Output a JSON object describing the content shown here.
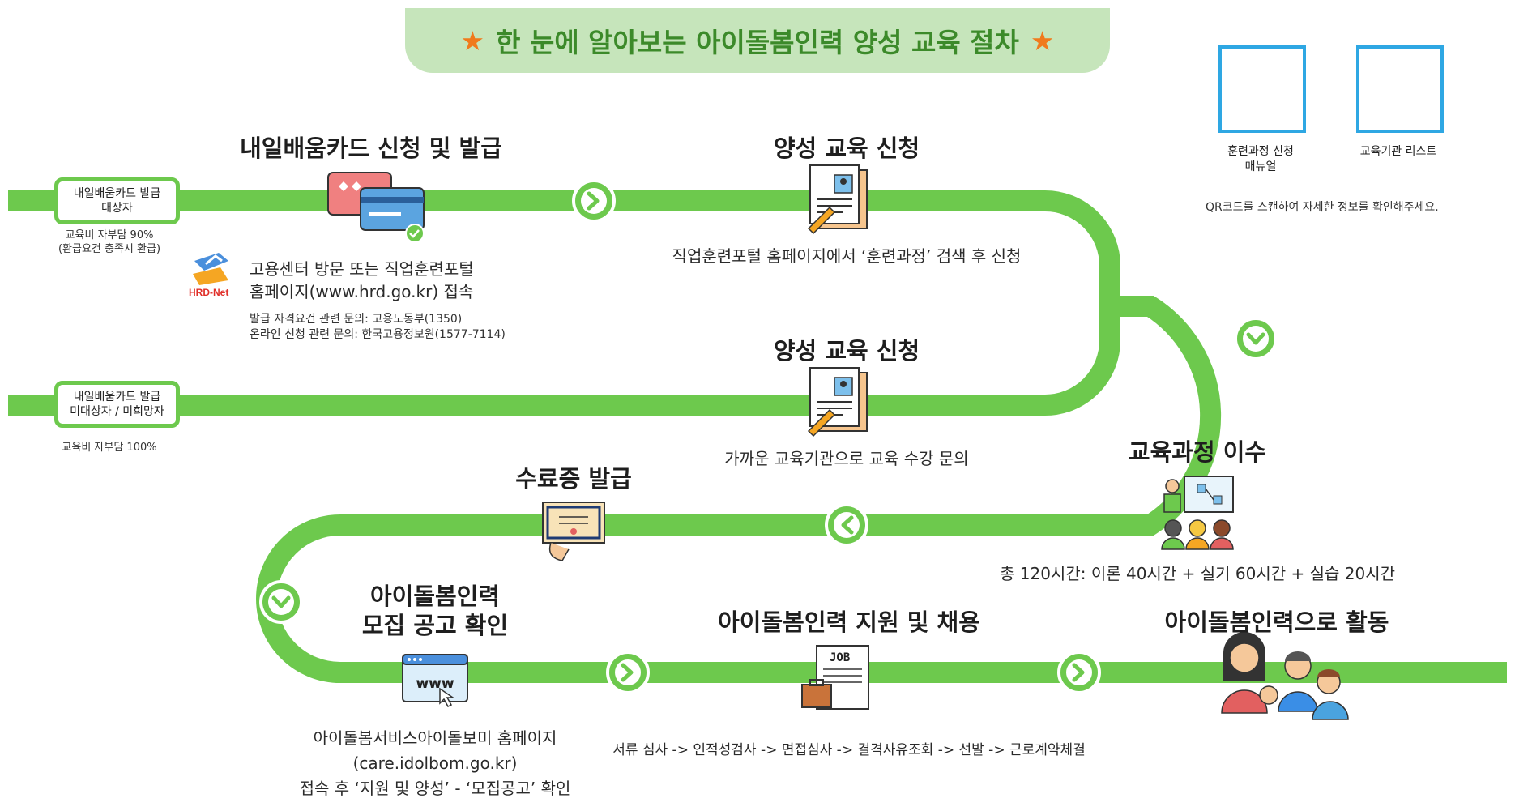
{
  "header": {
    "title": "한 눈에 알아보는 아이돌봄인력 양성 교육 절차",
    "star": "★"
  },
  "colors": {
    "track": "#6dc94d",
    "header_bg": "#c6e5bb",
    "header_text": "#3c8a2a",
    "star": "#f07a1c",
    "qr_border": "#2ea7e3"
  },
  "qr": {
    "items": [
      {
        "label_line1": "훈련과정 신청",
        "label_line2": "매뉴얼"
      },
      {
        "label_line1": "교육기관 리스트",
        "label_line2": ""
      }
    ],
    "note": "QR코드를 스캔하여 자세한 정보를 확인해주세요."
  },
  "start_boxes": [
    {
      "line1": "내일배움카드 발급",
      "line2": "대상자",
      "note1": "교육비 자부담 90%",
      "note2": "(환급요건 충족시 환급)"
    },
    {
      "line1": "내일배움카드 발급",
      "line2": "미대상자 / 미희망자",
      "note1": "교육비 자부담 100%",
      "note2": ""
    }
  ],
  "steps": {
    "card": {
      "title": "내일배움카드 신청 및 발급",
      "desc1": "고용센터 방문 또는 직업훈련포털",
      "desc2": "홈페이지(www.hrd.go.kr) 접속",
      "sub1": "발급 자격요건 관련 문의: 고용노동부(1350)",
      "sub2": "온라인 신청 관련 문의: 한국고용정보원(1577-7114)",
      "logo_text": "HRD-Net"
    },
    "apply1": {
      "title": "양성 교육 신청",
      "desc": "직업훈련포털 홈페이지에서 ‘훈련과정’ 검색 후 신청"
    },
    "apply2": {
      "title": "양성 교육 신청",
      "desc": "가까운 교육기관으로 교육 수강 문의"
    },
    "course": {
      "title": "교육과정 이수",
      "desc": "총 120시간: 이론 40시간 + 실기 60시간 + 실습 20시간"
    },
    "cert": {
      "title": "수료증 발급"
    },
    "notice": {
      "title1": "아이돌봄인력",
      "title2": "모집 공고 확인",
      "www": "www",
      "desc1": "아이돌봄서비스아이돌보미 홈페이지",
      "desc2": "(care.idolbom.go.kr)",
      "desc3": "접속 후 ‘지원 및 양성’ - ‘모집공고’ 확인"
    },
    "hire": {
      "title": "아이돌봄인력 지원 및 채용",
      "job": "JOB",
      "desc": "서류 심사 -> 인적성검사 -> 면접심사 -> 결격사유조회 -> 선발 -> 근로계약체결"
    },
    "work": {
      "title": "아이돌봄인력으로 활동"
    }
  }
}
